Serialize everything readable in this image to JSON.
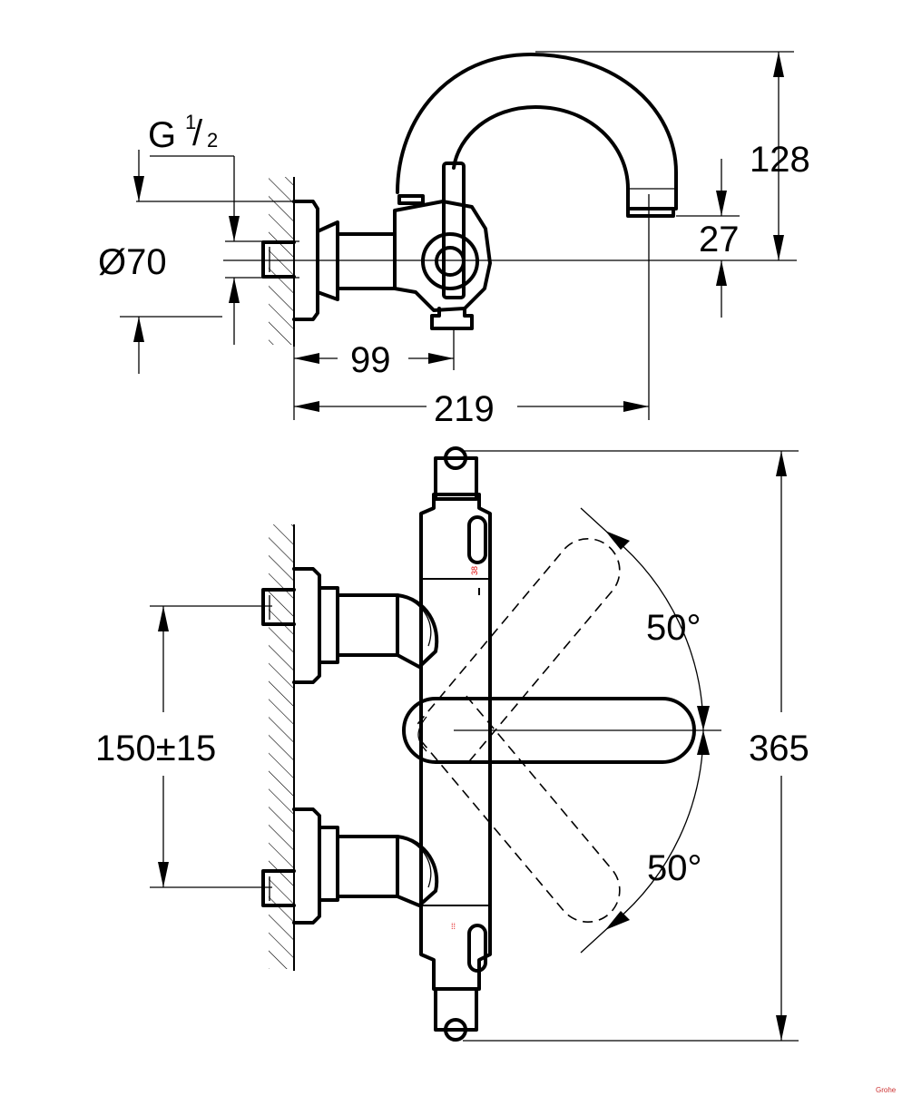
{
  "dimensions": {
    "thread_main": "G",
    "thread_num": "1",
    "thread_den": "2",
    "diameter": "Ø70",
    "height_128": "128",
    "height_27": "27",
    "depth_99": "99",
    "depth_219": "219",
    "center_distance": "150±15",
    "height_365": "365",
    "angle_up": "50°",
    "angle_down": "50°"
  },
  "watermark": "Grohe"
}
